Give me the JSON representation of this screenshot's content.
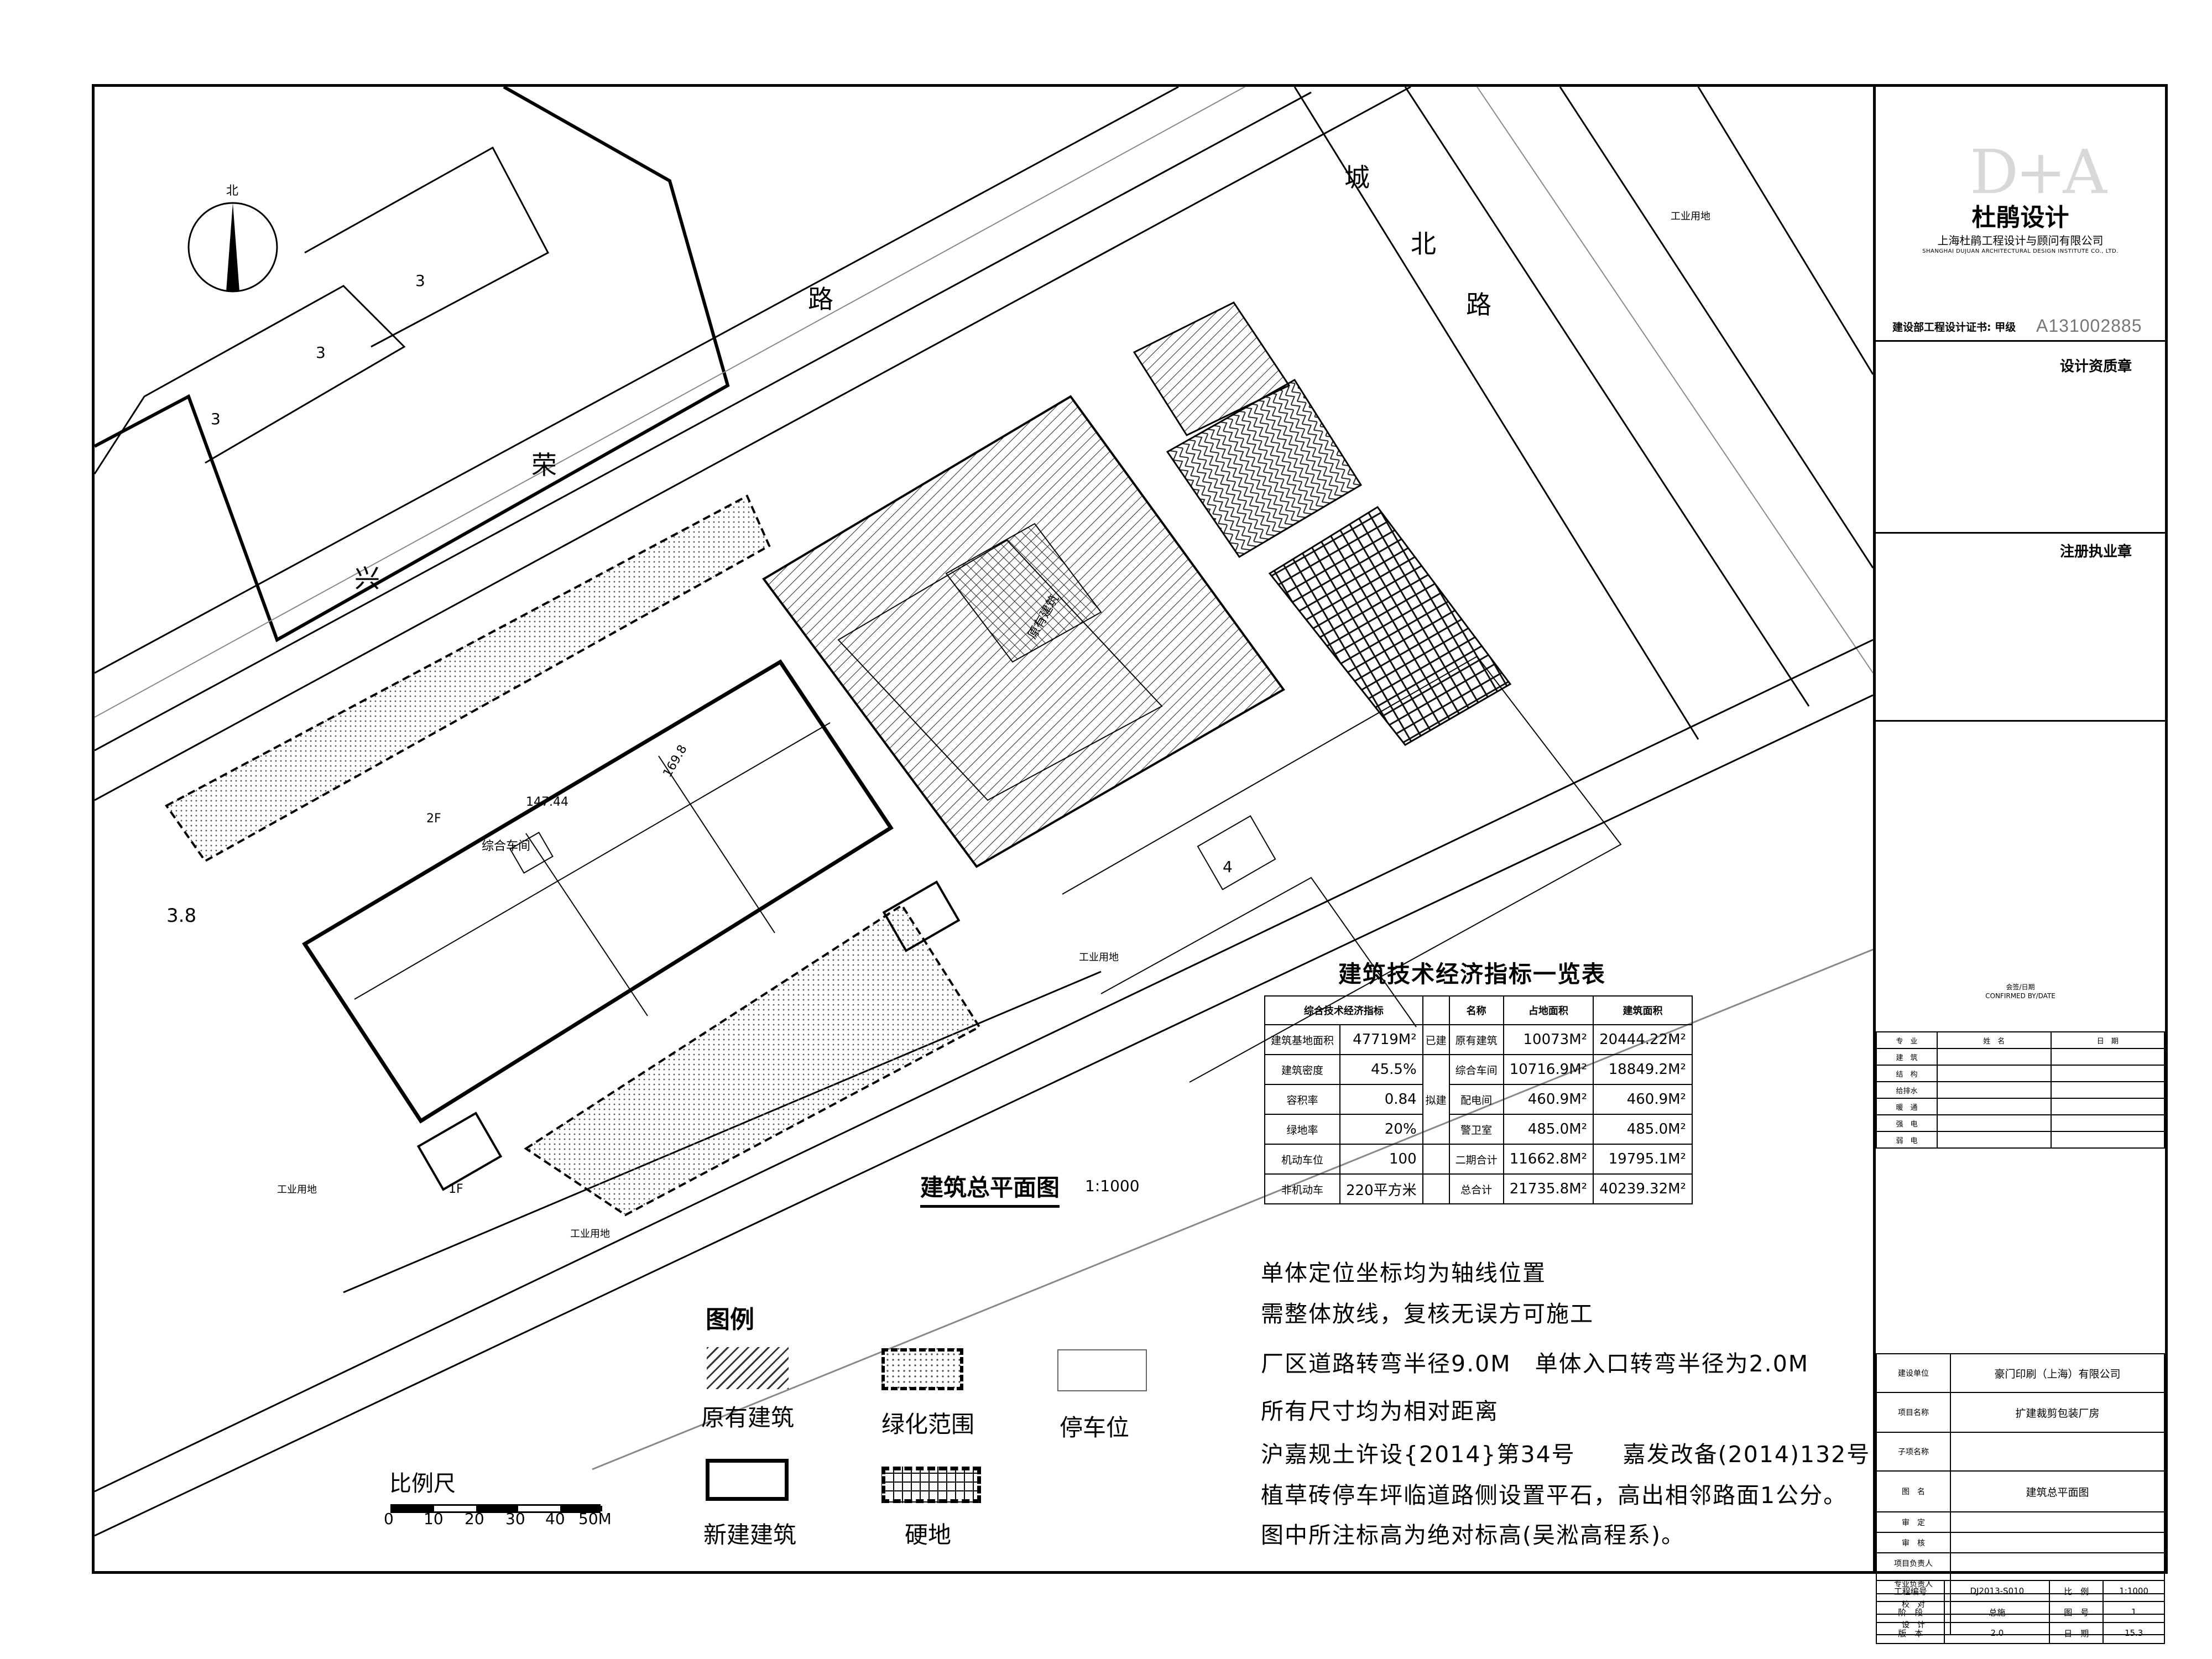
{
  "plan": {
    "road_labels": [
      "荣",
      "兴",
      "路",
      "城",
      "北",
      "路"
    ],
    "north_label": "北",
    "spot_labels": [
      "3",
      "3",
      "3",
      "4",
      "3.8",
      "工业用地",
      "工业用地",
      "工业用地",
      "工业用地"
    ],
    "building_tags": [
      "原有建筑",
      "综合车间",
      "2F",
      "1F",
      "147.44",
      "169.8"
    ]
  },
  "title_block": {
    "logo_mark": "D+A",
    "firm_name": "杜鹃设计",
    "firm_full_name": "上海杜鹃工程设计与顾问有限公司",
    "firm_english": "SHANGHAI DUJUAN ARCHITECTURAL DESIGN INSTITUTE CO., LTD.",
    "cert_label": "建设部工程设计证书: 甲级",
    "cert_number": "A131002885",
    "stamp_design": "设计资质章",
    "stamp_registered": "注册执业章",
    "confirm_cn": "会签/日期",
    "confirm_en": "CONFIRMED BY/DATE",
    "signoff_headers": [
      "专　业",
      "姓　名",
      "日　期"
    ],
    "signoff_rows": [
      "建　筑",
      "结　构",
      "给排水",
      "暖　通",
      "强　电",
      "弱　电"
    ],
    "client_label": "建设单位",
    "client": "豪门印刷（上海）有限公司",
    "project_label": "项目名称",
    "project": "扩建裁剪包装厂房",
    "subproject_label": "子项名称",
    "subproject": "",
    "drawing_label": "图　名",
    "drawing_name": "建筑总平面图",
    "sign_rows": [
      "审　定",
      "审　核",
      "项目负责人",
      "专业负责人",
      "校　对",
      "设　计"
    ],
    "info": [
      [
        "工程编号",
        "DJ2013-S010",
        "比　例",
        "1:1000"
      ],
      [
        "阶　段",
        "总施",
        "图　号",
        "1"
      ],
      [
        "版　本",
        "2.0",
        "日　期",
        "15.3"
      ]
    ]
  },
  "indicators": {
    "title": "建筑技术经济指标一览表",
    "headers": [
      "综合技术经济指标",
      "",
      "名称",
      "占地面积",
      "建筑面积"
    ],
    "rows": [
      [
        "建筑基地面积",
        "47719M²",
        "已建",
        "原有建筑",
        "10073M²",
        "20444.22M²"
      ],
      [
        "建筑密度",
        "45.5%",
        "拟建",
        "综合车间",
        "10716.9M²",
        "18849.2M²"
      ],
      [
        "容积率",
        "0.84",
        "",
        "配电间",
        "460.9M²",
        "460.9M²"
      ],
      [
        "绿地率",
        "20%",
        "",
        "警卫室",
        "485.0M²",
        "485.0M²"
      ],
      [
        "机动车位",
        "100",
        "",
        "二期合计",
        "11662.8M²",
        "19795.1M²"
      ],
      [
        "非机动车",
        "220平方米",
        "",
        "总合计",
        "21735.8M²",
        "40239.32M²"
      ]
    ]
  },
  "plan_title": "建筑总平面图",
  "plan_scale": "1:1000",
  "notes": [
    "单体定位坐标均为轴线位置",
    "需整体放线，复核无误方可施工",
    "厂区道路转弯半径9.0M　单体入口转弯半径为2.0M",
    "所有尺寸均为相对距离",
    "沪嘉规土许设{2014}第34号　　嘉发改备(2014)132号",
    "植草砖停车坪临道路侧设置平石，高出相邻路面1公分。",
    "图中所注标高为绝对标高(吴淞高程系)。"
  ],
  "legend": {
    "title": "图例",
    "existing": "原有建筑",
    "green": "绿化范围",
    "parking": "停车位",
    "new": "新建建筑",
    "hard": "硬地"
  },
  "scale_bar": {
    "title": "比例尺",
    "ticks": [
      "0",
      "10",
      "20",
      "30",
      "40",
      "50M"
    ]
  }
}
